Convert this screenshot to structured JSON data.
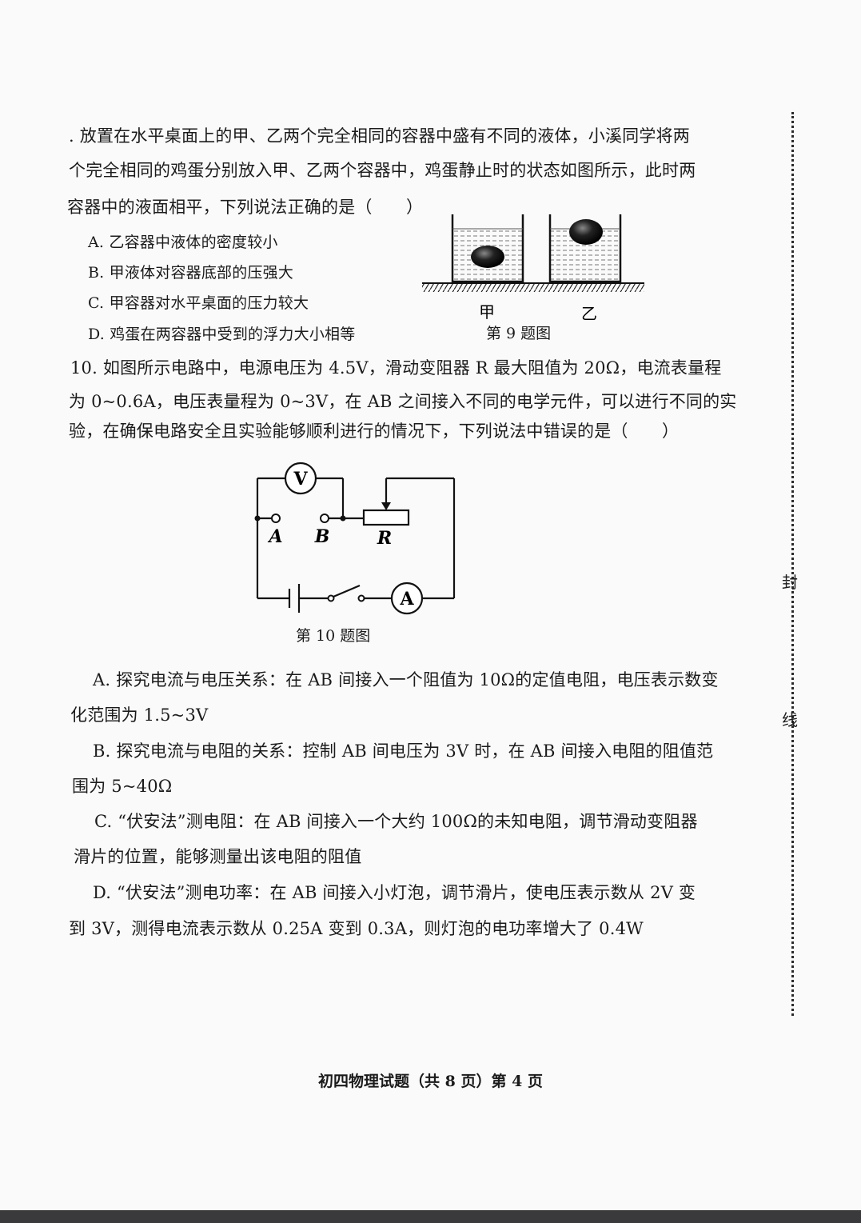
{
  "q9": {
    "line1": ". 放置在水平桌面上的甲、乙两个完全相同的容器中盛有不同的液体，小溪同学将两",
    "line2": "个完全相同的鸡蛋分别放入甲、乙两个容器中，鸡蛋静止时的状态如图所示，此时两",
    "line3": "容器中的液面相平，下列说法正确的是（　　）",
    "optA": "A. 乙容器中液体的密度较小",
    "optB": "B. 甲液体对容器底部的压强大",
    "optC": "C. 甲容器对水平桌面的压力较大",
    "optD": "D. 鸡蛋在两容器中受到的浮力大小相等",
    "label_jia": "甲",
    "label_yi": "乙",
    "caption": "第 9 题图"
  },
  "q10": {
    "line1": "10. 如图所示电路中，电源电压为 4.5V，滑动变阻器 R 最大阻值为 20Ω，电流表量程",
    "line2": "为 0~0.6A，电压表量程为 0~3V，在 AB 之间接入不同的电学元件，可以进行不同的实",
    "line3": "验，在确保电路安全且实验能够顺利进行的情况下，下列说法中错误的是（　　）",
    "label_V": "V",
    "label_A_meter": "A",
    "label_A": "A",
    "label_B": "B",
    "label_R": "R",
    "caption": "第 10 题图",
    "optA_1": "A. 探究电流与电压关系：在 AB 间接入一个阻值为 10Ω的定值电阻，电压表示数变",
    "optA_2": "化范围为 1.5~3V",
    "optB_1": "B. 探究电流与电阻的关系：控制 AB 间电压为 3V 时，在 AB 间接入电阻的阻值范",
    "optB_2": "围为 5~40Ω",
    "optC_1": "C. “伏安法”测电阻：在 AB 间接入一个大约 100Ω的未知电阻，调节滑动变阻器",
    "optC_2": "滑片的位置，能够测量出该电阻的阻值",
    "optD_1": "D. “伏安法”测电功率：在 AB 间接入小灯泡，调节滑片，使电压表示数从 2V 变",
    "optD_2": "到 3V，测得电流表示数从 0.25A 变到 0.3A，则灯泡的电功率增大了 0.4W"
  },
  "margin": {
    "char1": "封",
    "char2": "线"
  },
  "footer": "初四物理试题（共 8 页）第 4 页"
}
